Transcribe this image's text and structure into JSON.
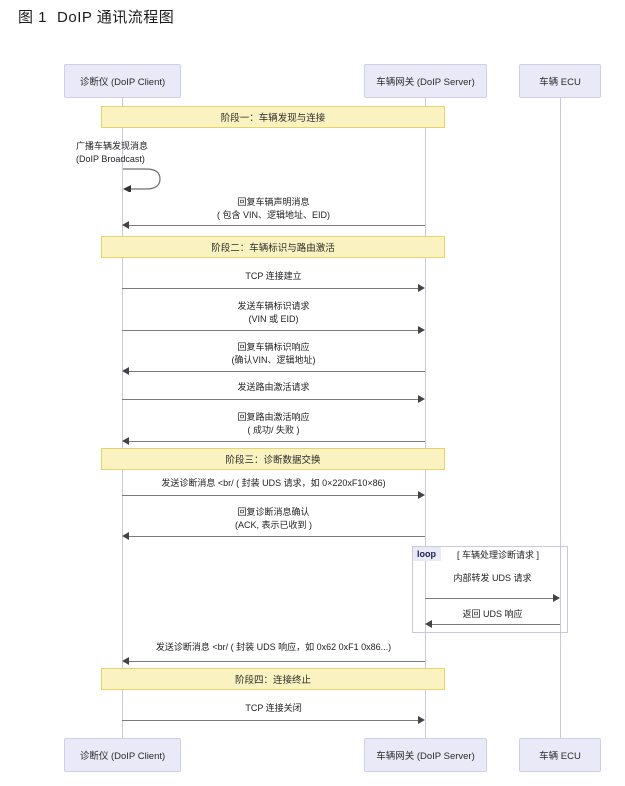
{
  "title": {
    "figure_number": "图 1",
    "figure_name": "DoIP 通讯流程图"
  },
  "diagram": {
    "type": "uml-sequence-diagram",
    "colors": {
      "participant_fill": "#e9e9f8",
      "participant_border": "#cfcfe8",
      "phase_band_fill": "#faf2c0",
      "phase_band_border": "#e4d46a",
      "lifeline": "#c9c9dd",
      "arrow": "#7b7b7b",
      "text": "#262626"
    },
    "participants": [
      {
        "id": "client",
        "label": "诊断仪 (DoIP Client)"
      },
      {
        "id": "server",
        "label": "车辆网关 (DoIP Server)"
      },
      {
        "id": "ecu",
        "label": "车辆 ECU"
      }
    ],
    "phases": [
      {
        "id": "phase1",
        "label": "阶段一：车辆发现与连接"
      },
      {
        "id": "phase2",
        "label": "阶段二：车辆标识与路由激活"
      },
      {
        "id": "phase3",
        "label": "阶段三：诊断数据交换"
      },
      {
        "id": "phase4",
        "label": "阶段四：连接终止"
      }
    ],
    "messages": [
      {
        "id": "m1",
        "from": "client",
        "to": "client",
        "kind": "self",
        "line1": "广播车辆发现消息",
        "line2": "(DoIP Broadcast)"
      },
      {
        "id": "m2",
        "from": "server",
        "to": "client",
        "kind": "reply",
        "line1": "回复车辆声明消息",
        "line2": "( 包含 VIN、逻辑地址、EID)"
      },
      {
        "id": "m3",
        "from": "client",
        "to": "server",
        "kind": "call",
        "line1": "TCP 连接建立",
        "line2": ""
      },
      {
        "id": "m4",
        "from": "client",
        "to": "server",
        "kind": "call",
        "line1": "发送车辆标识请求",
        "line2": "(VIN 或 EID)"
      },
      {
        "id": "m5",
        "from": "server",
        "to": "client",
        "kind": "reply",
        "line1": "回复车辆标识响应",
        "line2": "(确认VIN、逻辑地址)"
      },
      {
        "id": "m6",
        "from": "client",
        "to": "server",
        "kind": "call",
        "line1": "发送路由激活请求",
        "line2": ""
      },
      {
        "id": "m7",
        "from": "server",
        "to": "client",
        "kind": "reply",
        "line1": "回复路由激活响应",
        "line2": "( 成功/ 失败 )"
      },
      {
        "id": "m8",
        "from": "client",
        "to": "server",
        "kind": "call",
        "line1": "发送诊断消息 <br/ ( 封装 UDS 请求，如 0×220xF10×86)",
        "line2": ""
      },
      {
        "id": "m9",
        "from": "server",
        "to": "client",
        "kind": "reply",
        "line1": "回复诊断消息确认",
        "line2": "(ACK, 表示已收到 )"
      },
      {
        "id": "m10",
        "from": "server",
        "to": "ecu",
        "kind": "call",
        "line1": "内部转发 UDS 请求",
        "line2": ""
      },
      {
        "id": "m11",
        "from": "ecu",
        "to": "server",
        "kind": "reply",
        "line1": "返回 UDS 响应",
        "line2": ""
      },
      {
        "id": "m12",
        "from": "server",
        "to": "client",
        "kind": "reply",
        "line1": "发送诊断消息 <br/  ( 封装 UDS 响应，如 0x62 0xF1 0x86...)",
        "line2": ""
      },
      {
        "id": "m13",
        "from": "client",
        "to": "server",
        "kind": "call",
        "line1": "TCP 连接关闭",
        "line2": ""
      }
    ],
    "fragment": {
      "operator": "loop",
      "guard": "[ 车辆处理诊断请求 ]"
    }
  }
}
